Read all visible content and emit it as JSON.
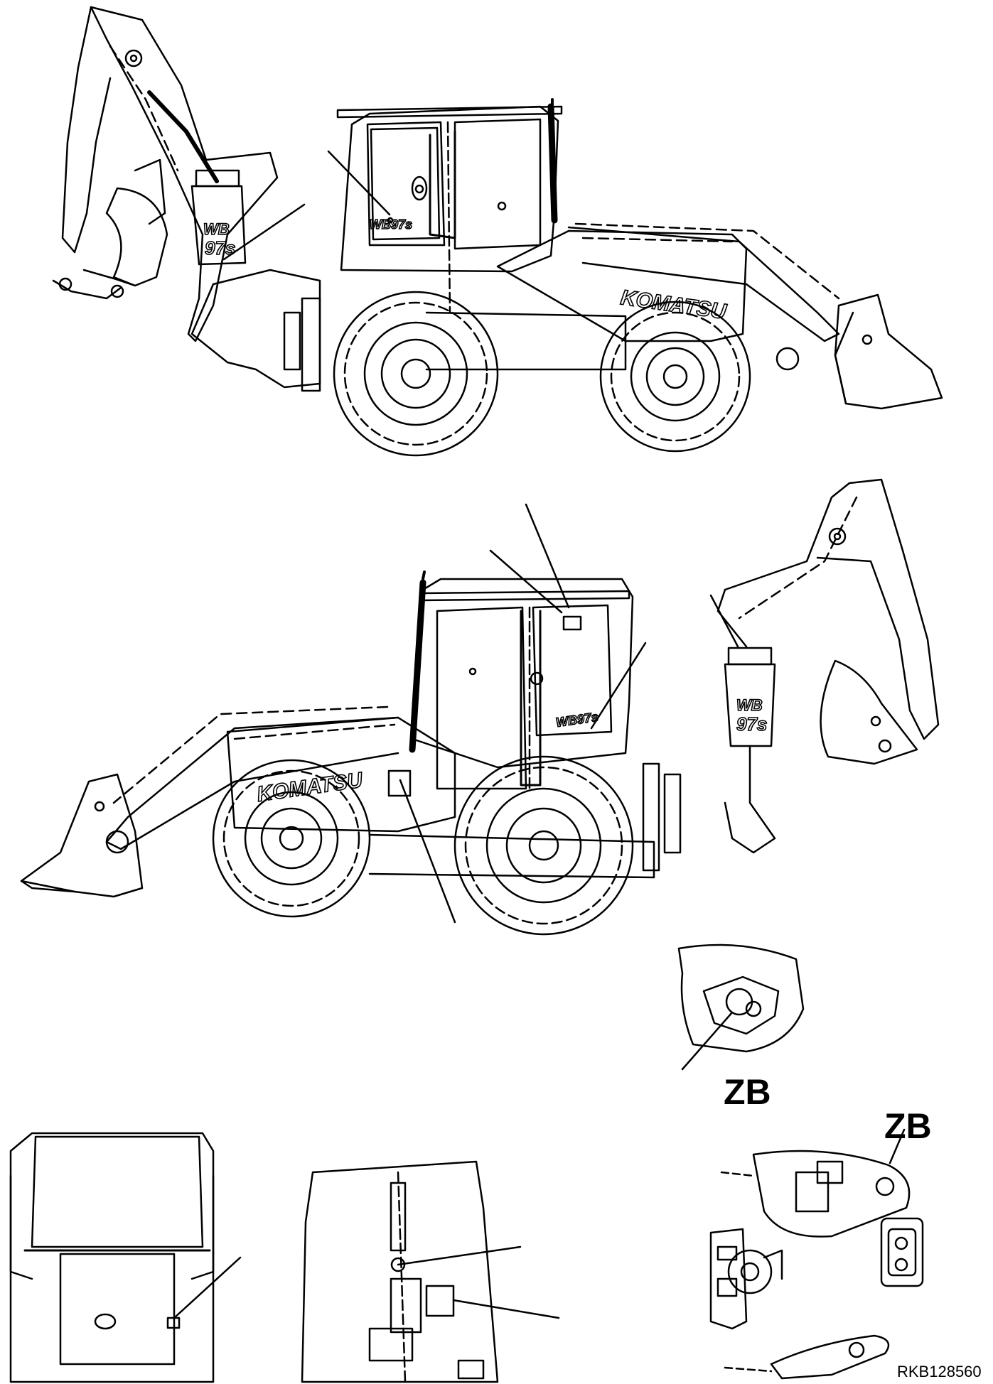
{
  "labels": {
    "detail_zb_lower": "ZB",
    "detail_zb_upper": "ZB",
    "drawing_code": "RKB128560"
  },
  "logos": {
    "brand": "KOMATSU",
    "model_boom": "WB 97s",
    "model_cab": "WB97s"
  },
  "colors": {
    "ink": "#000000",
    "paper": "#ffffff"
  }
}
